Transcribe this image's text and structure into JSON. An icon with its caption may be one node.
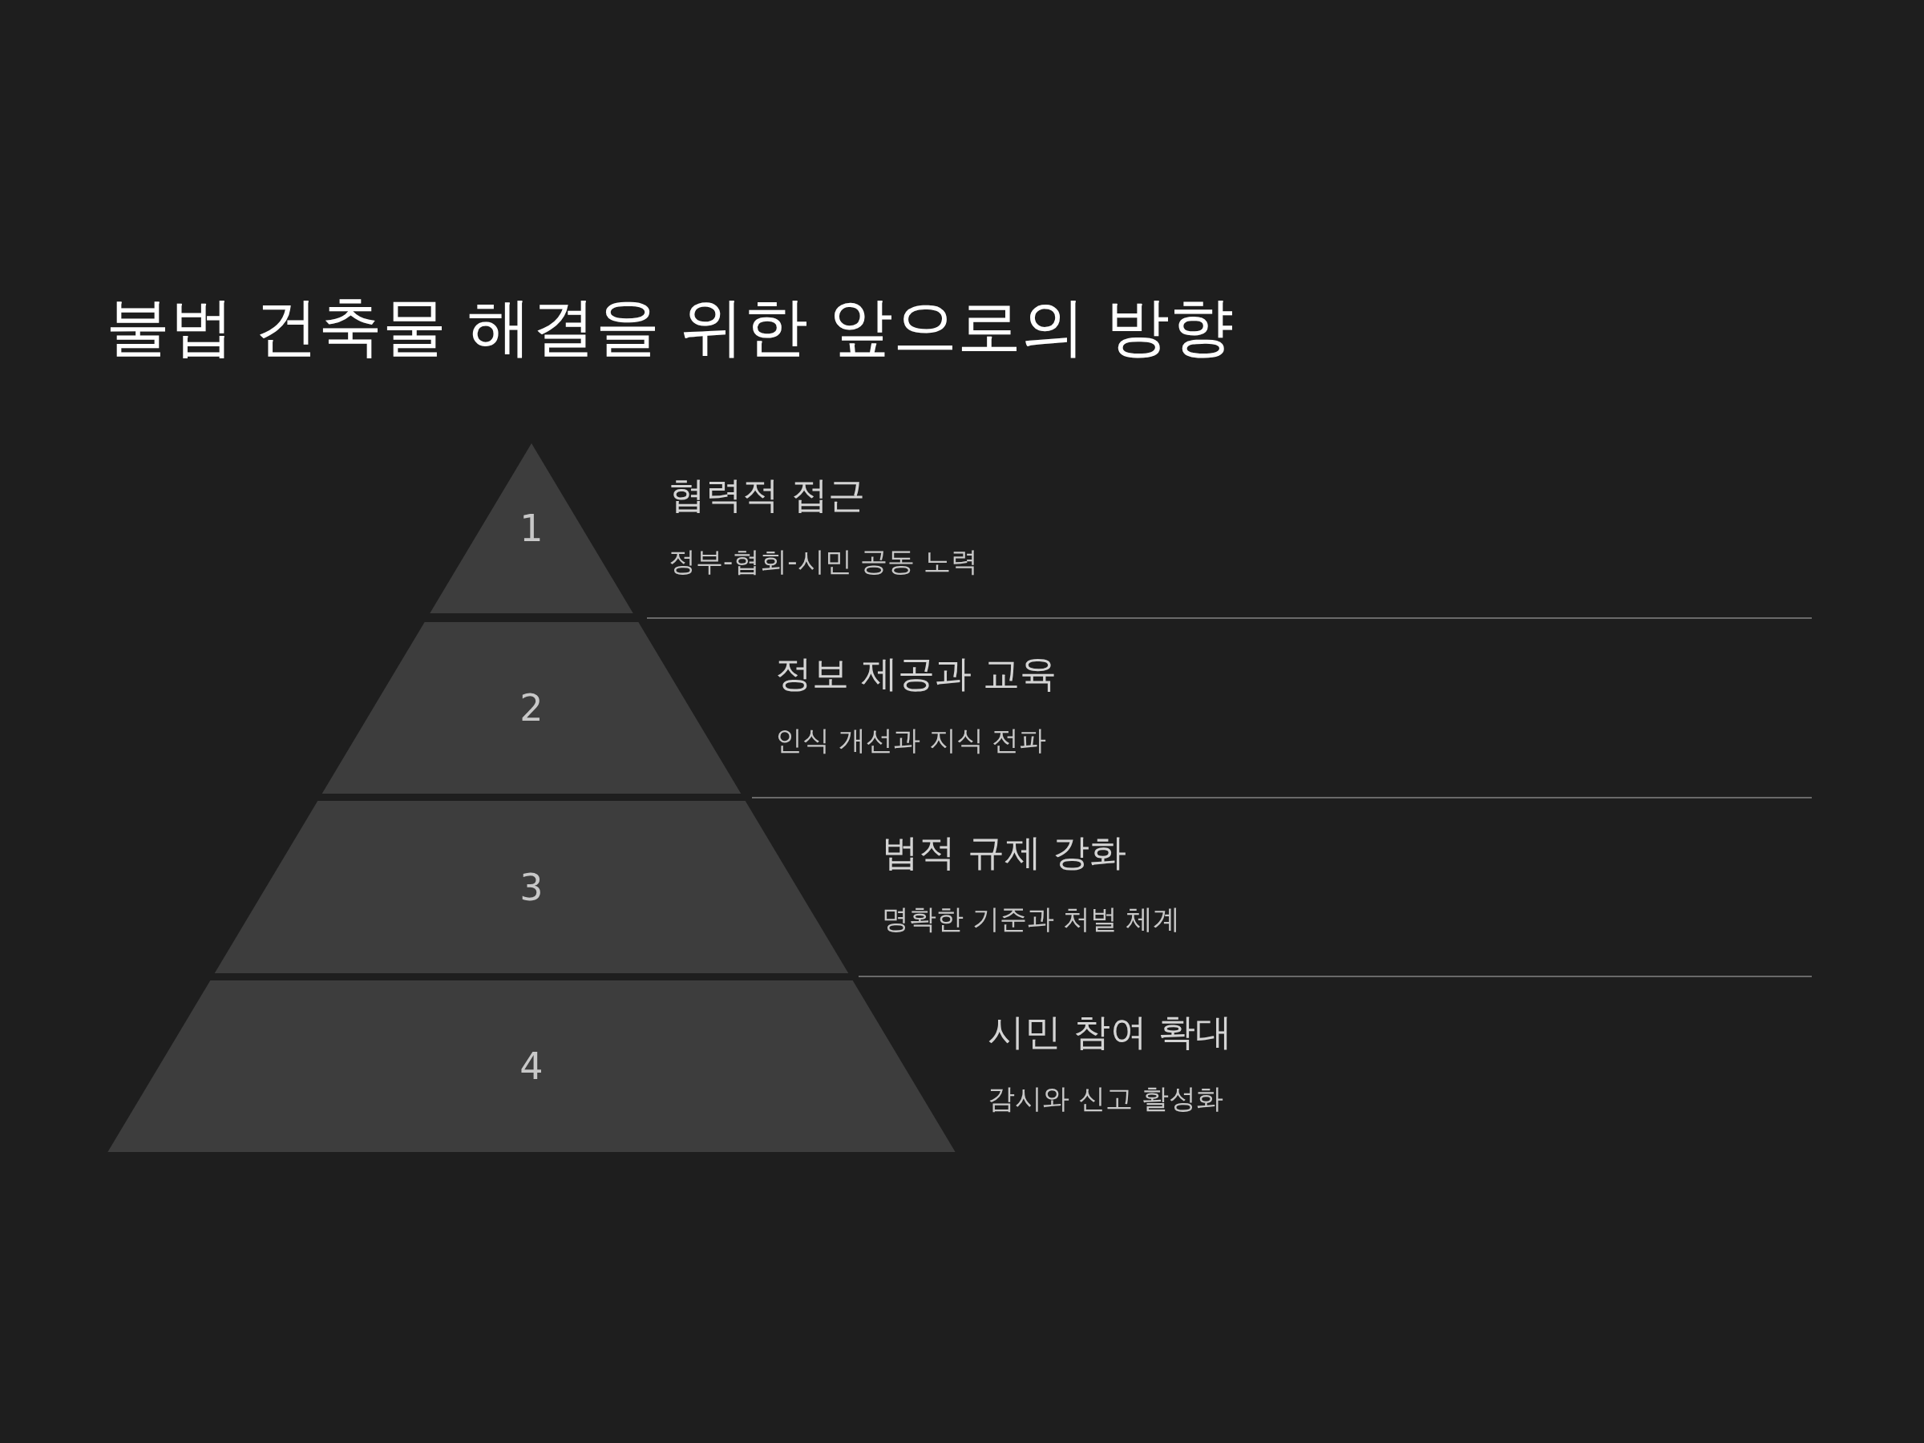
{
  "diagram": {
    "title": "불법 건축물 해결을 위한 앞으로의 방향",
    "nodes": [
      {
        "text": [
          "1",
          "협력적 접근",
          "정부-협회-시민 공동 노력"
        ]
      },
      {
        "text": [
          "2",
          "정보 제공과 교육",
          "인식 개선과 지식 전파"
        ]
      },
      {
        "text": [
          "3",
          "법적 규제 강화",
          "명확한 기준과 처벌 체계"
        ]
      },
      {
        "text": [
          "4",
          "시민 참여 확대",
          "감시와 신고 활성화"
        ]
      }
    ]
  }
}
